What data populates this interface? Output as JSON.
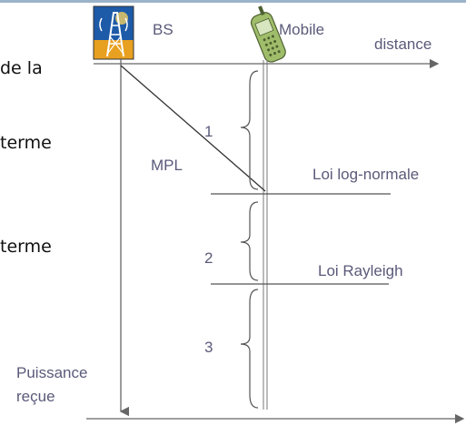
{
  "left_fragments": [
    "de la",
    "terme",
    "terme"
  ],
  "labels": {
    "bs": "BS",
    "mobile": "Mobile",
    "distance": "distance",
    "mpl": "MPL",
    "region1": "1",
    "region2": "2",
    "region3": "3",
    "log_normal": "Loi log-normale",
    "rayleigh": "Loi Rayleigh",
    "received_power_line1": "Puissance",
    "received_power_line2": "reçue"
  },
  "icons": {
    "bs": "radio-tower-icon",
    "mobile": "mobile-phone-icon"
  },
  "colors": {
    "label_text": "#5a5a7a",
    "axis": "#666666",
    "brace": "#555555",
    "tower_bg": "#1d5aa8",
    "tower_frame": "#e8a020",
    "phone_body": "#9fbd6a"
  }
}
